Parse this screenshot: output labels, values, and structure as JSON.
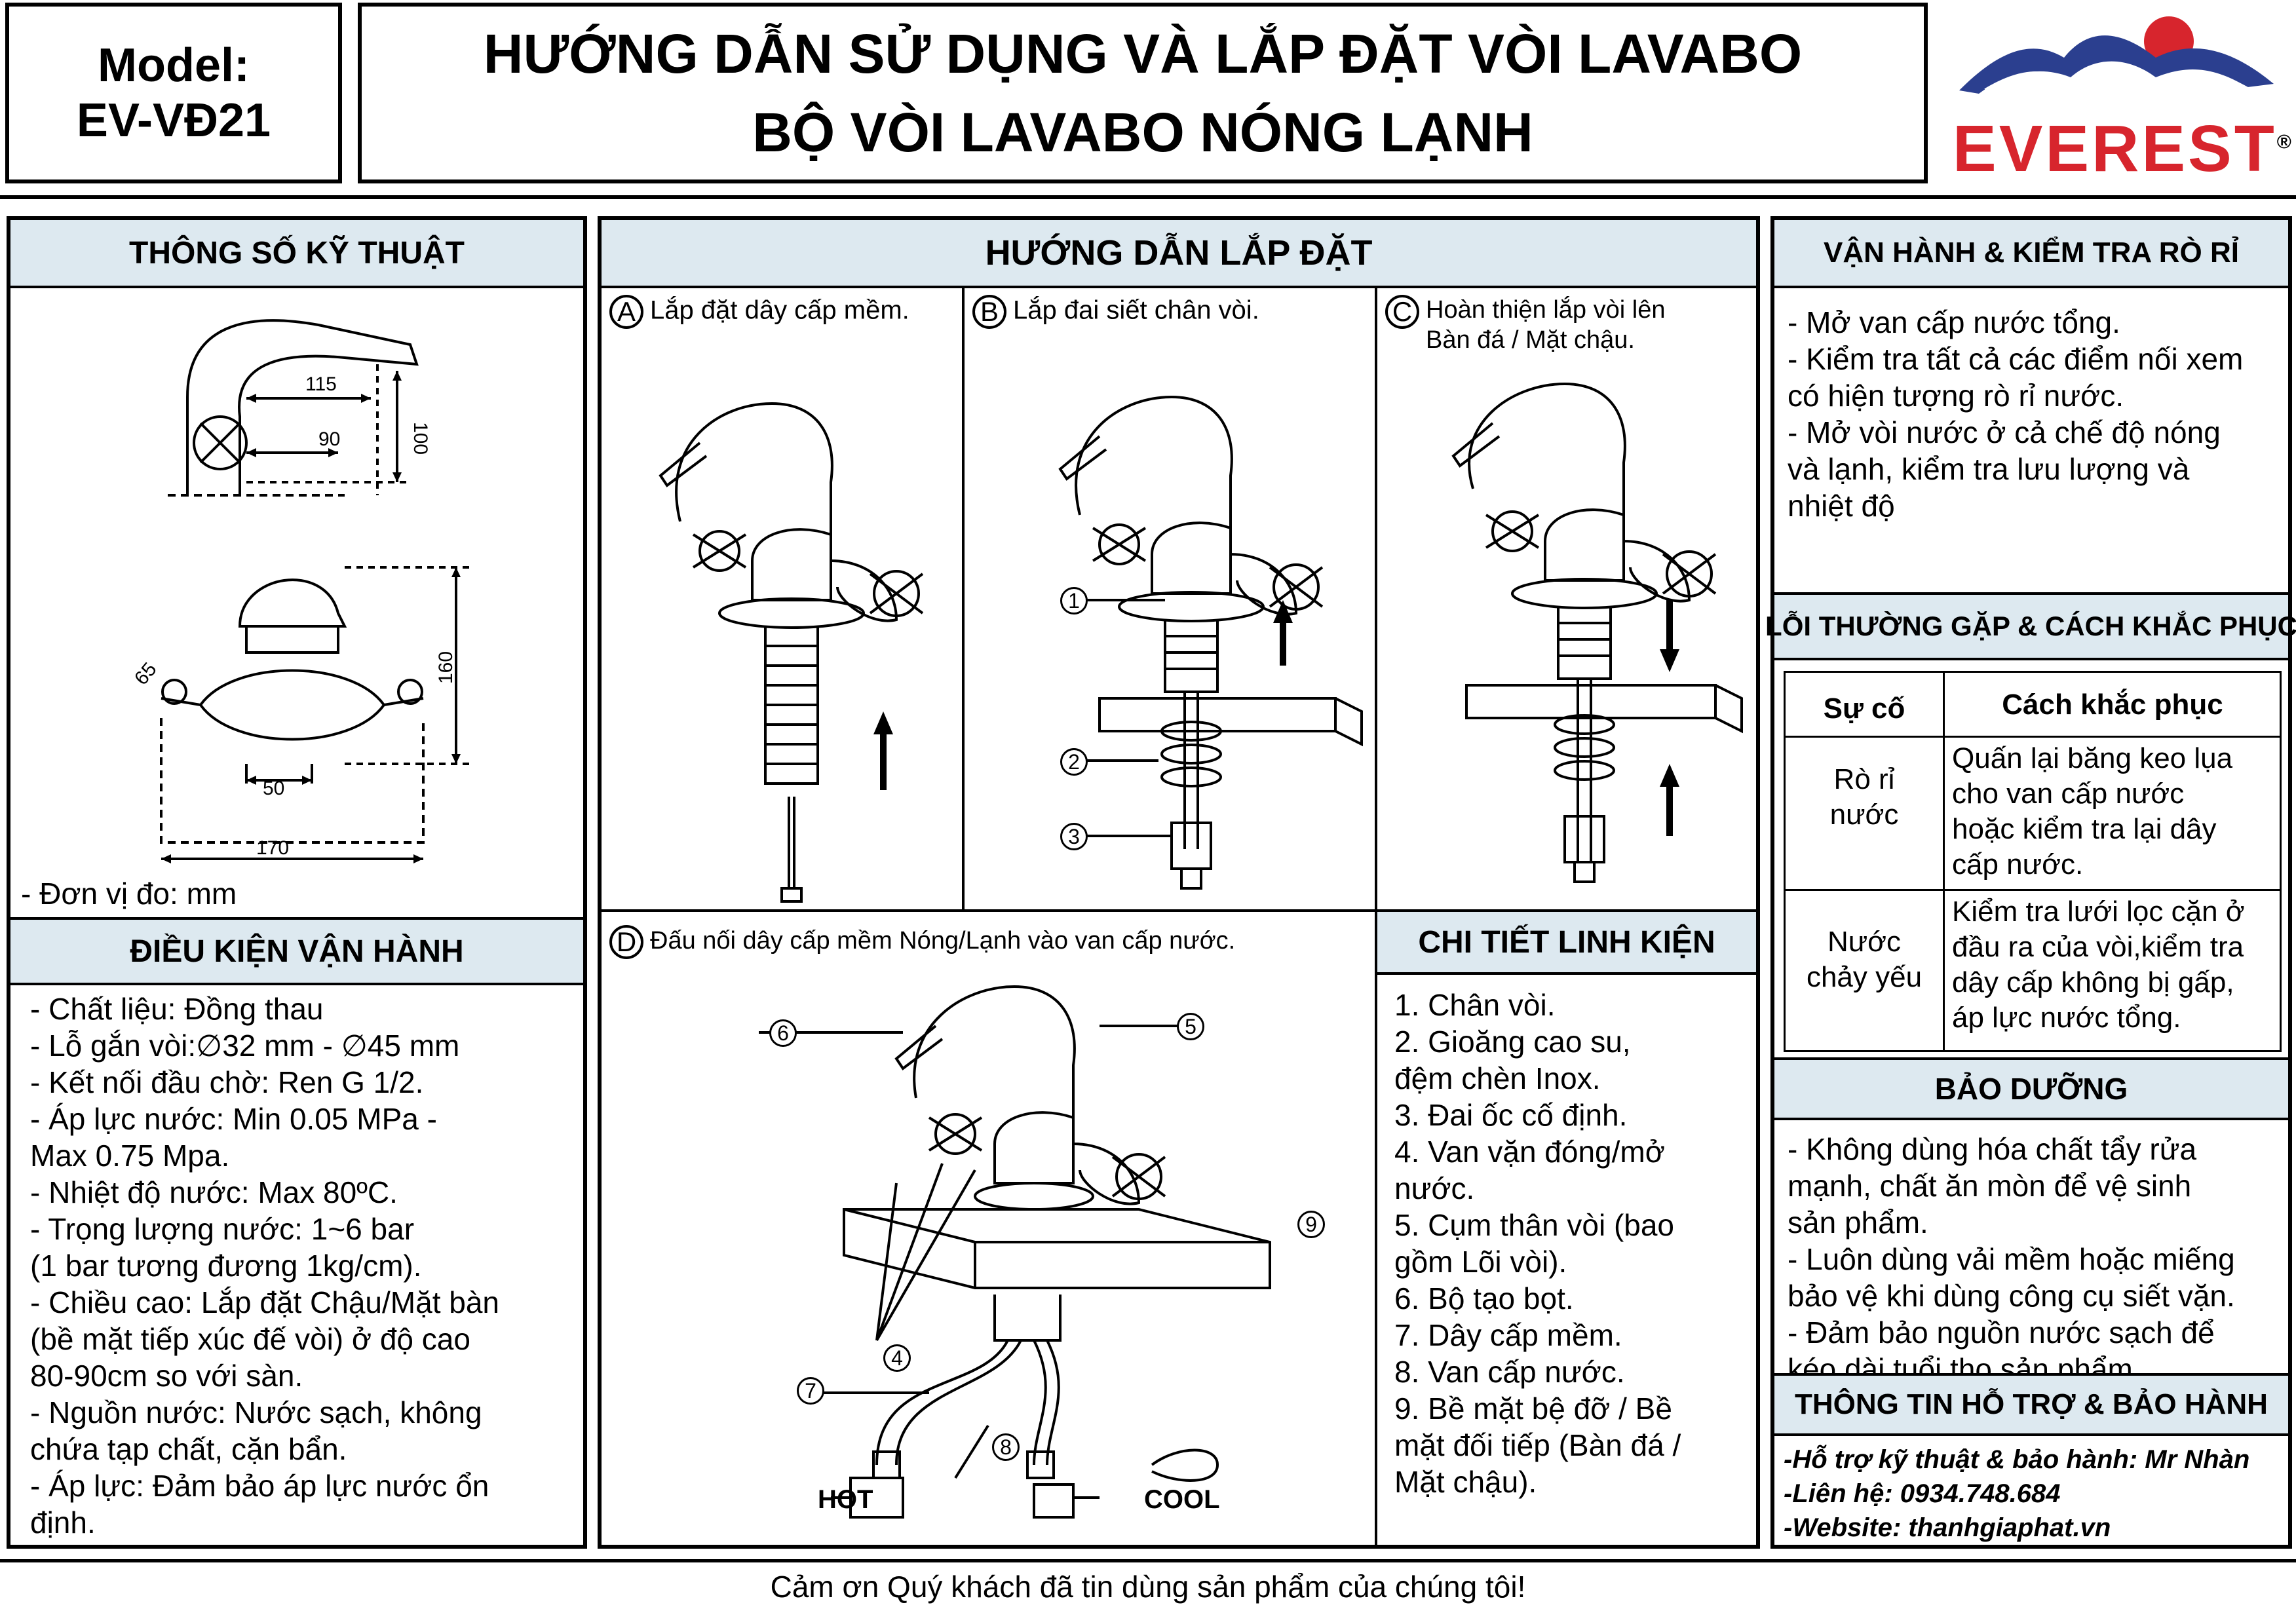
{
  "header": {
    "model_label": "Model:",
    "model_code": "EV-VĐ21",
    "title_line1": "HƯỚNG DẪN SỬ DỤNG VÀ LẮP ĐẶT VÒI LAVABO",
    "title_line2": "BỘ VÒI LAVABO NÓNG LẠNH",
    "brand": "EVEREST",
    "brand_mark": "®"
  },
  "specs": {
    "title": "THÔNG SỐ KỸ THUẬT",
    "dims": {
      "d115": "115",
      "d90": "90",
      "d100": "100",
      "d160": "160",
      "d65": "65",
      "d50": "50",
      "d170": "170"
    },
    "unit_note": "- Đơn vị đo: mm"
  },
  "conditions": {
    "title": "ĐIỀU KIỆN VẬN HÀNH",
    "lines": [
      "- Chất liệu: Đồng thau",
      "- Lỗ gắn vòi:∅32 mm - ∅45 mm",
      "- Kết nối đầu chờ: Ren G 1/2.",
      "- Áp lực nước: Min 0.05 MPa -",
      "Max 0.75 Mpa.",
      "- Nhiệt độ nước: Max 80ºC.",
      "- Trọng lượng nước: 1~6 bar",
      "(1 bar tương đương 1kg/cm).",
      "- Chiều cao: Lắp đặt Chậu/Mặt bàn",
      "(bề mặt tiếp xúc đế vòi) ở độ cao",
      "80-90cm so với sàn.",
      "- Nguồn nước: Nước sạch, không",
      "chứa tạp chất, cặn bẩn.",
      "- Áp lực: Đảm bảo áp lực nước ổn",
      "định."
    ]
  },
  "install": {
    "title": "HƯỚNG DẪN LẮP ĐẶT",
    "stepA_letter": "A",
    "stepA": "Lắp đặt dây cấp mềm.",
    "stepB_letter": "B",
    "stepB": "Lắp đai siết chân vòi.",
    "stepC_letter": "C",
    "stepC_line1": "Hoàn thiện lắp vòi lên",
    "stepC_line2": "Bàn đá / Mặt chậu.",
    "stepD_letter": "D",
    "stepD": "Đấu nối dây cấp mềm Nóng/Lạnh vào van cấp nước.",
    "callouts": {
      "n1": "1",
      "n2": "2",
      "n3": "3",
      "n4": "4",
      "n5": "5",
      "n6": "6",
      "n7": "7",
      "n8": "8",
      "n9": "9"
    },
    "hot": "HOT",
    "cool": "COOL"
  },
  "parts": {
    "title": "CHI TIẾT LINH KIỆN",
    "lines": [
      "1. Chân vòi.",
      "2. Gioăng cao su,",
      "đệm chèn Inox.",
      "3. Đai ốc cố định.",
      "4. Van vặn đóng/mở",
      "nước.",
      "5. Cụm thân vòi (bao",
      "gồm Lõi vòi).",
      "6. Bộ tạo bọt.",
      "7. Dây cấp mềm.",
      "8. Van cấp nước.",
      "9. Bề mặt bệ đỡ / Bề",
      "mặt đối tiếp (Bàn đá /",
      "Mặt chậu)."
    ]
  },
  "operation": {
    "title": "VẬN HÀNH & KIỂM TRA RÒ RỈ",
    "lines": [
      "- Mở van cấp nước tổng.",
      "- Kiểm tra tất cả các điểm nối xem",
      "có hiện tượng rò rỉ nước.",
      "- Mở vòi nước ở cả chế độ nóng",
      "và lạnh, kiểm tra lưu lượng và",
      "nhiệt độ"
    ]
  },
  "faults": {
    "title": "LỖI THƯỜNG GẶP & CÁCH KHẮC PHỤC",
    "col1": "Sự cố",
    "col2": "Cách khắc phục",
    "rows": [
      {
        "issue": [
          "Rò rỉ",
          "nước"
        ],
        "fix": [
          "Quấn lại băng keo lụa",
          "cho van cấp nước",
          "hoặc kiểm tra lại dây",
          "cấp nước."
        ]
      },
      {
        "issue": [
          "Nước",
          "chảy yếu"
        ],
        "fix": [
          "Kiểm tra lưới lọc cặn ở",
          "đầu ra của vòi,kiểm tra",
          "dây cấp không bị gấp,",
          "áp lực nước tổng."
        ]
      }
    ]
  },
  "maintenance": {
    "title": "BẢO DƯỠNG",
    "lines": [
      "- Không dùng hóa chất tẩy rửa",
      "mạnh, chất ăn mòn để vệ sinh",
      "sản phẩm.",
      "- Luôn dùng vải mềm hoặc miếng",
      "bảo vệ khi dùng công cụ siết vặn.",
      "- Đảm bảo nguồn nước sạch để",
      "kéo dài tuổi thọ sản phẩm."
    ]
  },
  "support": {
    "title": "THÔNG TIN HỖ TRỢ & BẢO HÀNH",
    "lines": [
      "-Hỗ trợ kỹ thuật & bảo hành: Mr Nhàn",
      "-Liên hệ: 0934.748.684",
      "-Website: thanhgiaphat.vn"
    ]
  },
  "footer": "Cảm ơn Quý khách đã tin dùng sản phẩm của chúng tôi!"
}
